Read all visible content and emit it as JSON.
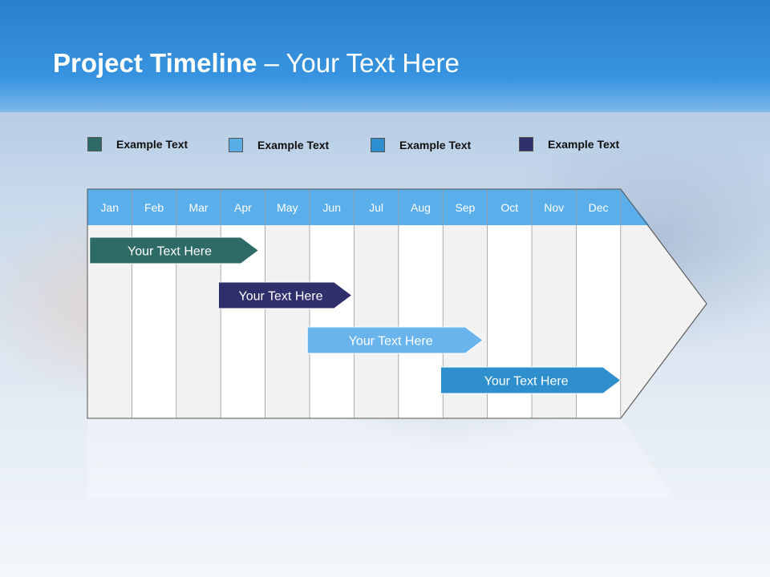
{
  "slide": {
    "title_bold": "Project Timeline",
    "title_rest": " – Your Text Here"
  },
  "legend": [
    {
      "label": "Example Text",
      "color": "#2e6b66"
    },
    {
      "label": "Example Text",
      "color": "#5aaee6"
    },
    {
      "label": "Example Text",
      "color": "#2d8fcf"
    },
    {
      "label": "Example Text",
      "color": "#2e2f6b"
    }
  ],
  "chart_data": {
    "type": "gantt",
    "months": [
      "Jan",
      "Feb",
      "Mar",
      "Apr",
      "May",
      "Jun",
      "Jul",
      "Aug",
      "Sep",
      "Oct",
      "Nov",
      "Dec"
    ],
    "tasks": [
      {
        "label": "Your  Text Here",
        "start_month": 0.05,
        "end_month": 3.85,
        "color": "#2e6b66",
        "text_color": "#ffffff"
      },
      {
        "label": "Your  Text Here",
        "start_month": 2.95,
        "end_month": 5.95,
        "color": "#2e2f6b",
        "text_color": "#ffffff"
      },
      {
        "label": "Your  Text Here",
        "start_month": 4.95,
        "end_month": 8.9,
        "color": "#6ab4ee",
        "text_color": "#ffffff"
      },
      {
        "label": "Your  Text Here",
        "start_month": 7.95,
        "end_month": 12.0,
        "color": "#2e8fcc",
        "text_color": "#ffffff"
      }
    ],
    "colors": {
      "header": "#5aaeea",
      "band_light": "#f2f2f2",
      "band_white": "#ffffff"
    }
  }
}
